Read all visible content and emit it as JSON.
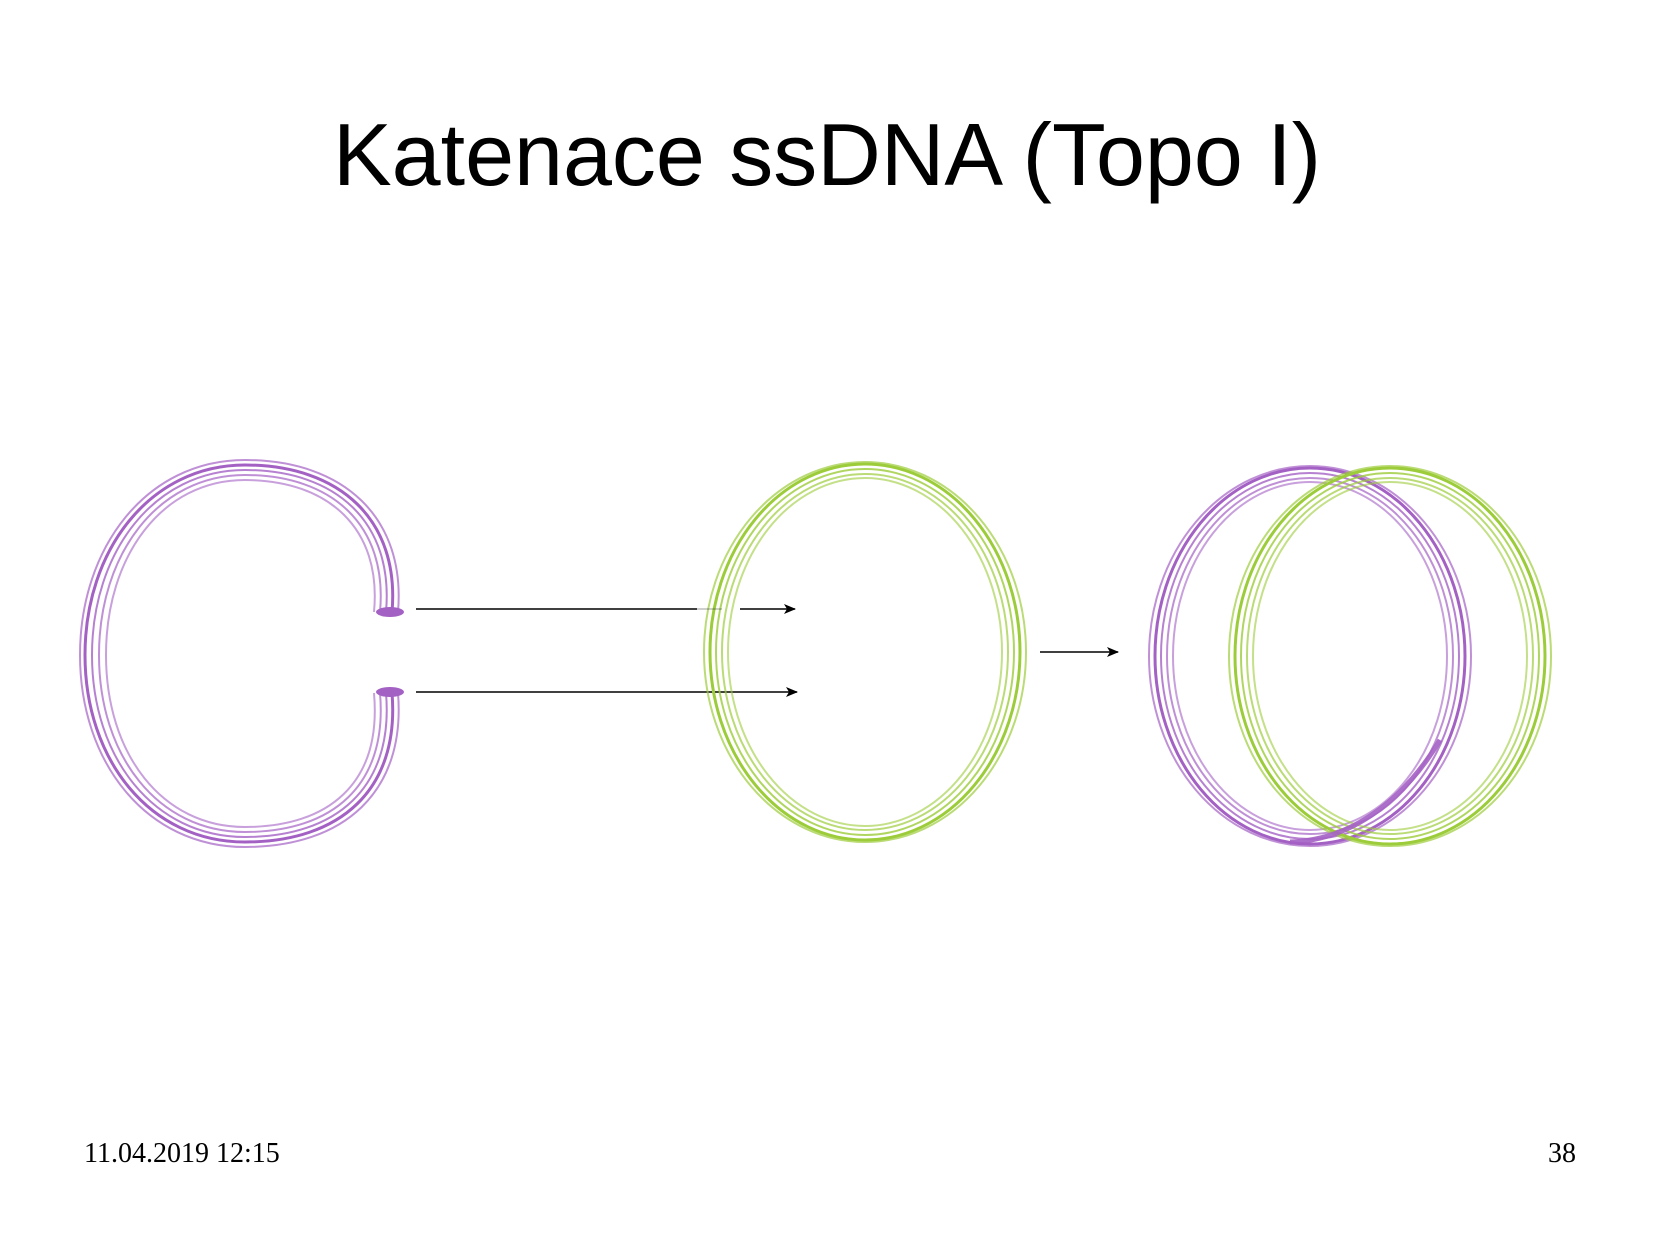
{
  "slide": {
    "title": "Katenace ssDNA (Topo I)",
    "date": "11.04.2019 12:15",
    "page_number": "38"
  },
  "colors": {
    "purple_ring": "#a461c4",
    "green_ring": "#9ccc3a",
    "arrow": "#000000"
  }
}
